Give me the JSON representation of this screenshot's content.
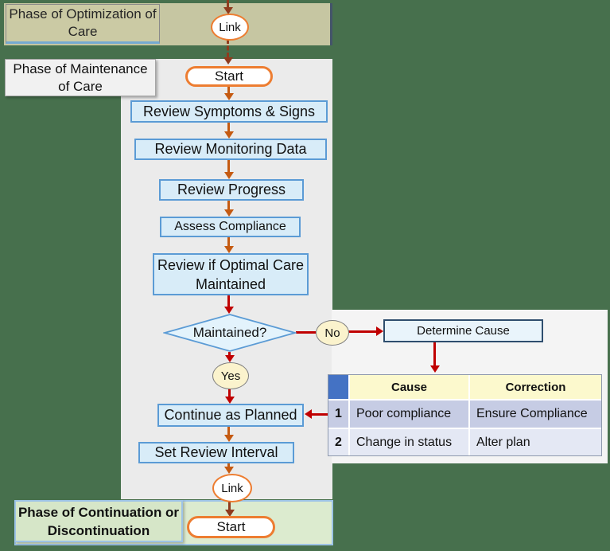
{
  "bands": {
    "optimization_label": "Phase of Optimization of Care",
    "maintenance_label": "Phase of Maintenance of Care",
    "continuation_label": "Phase of  Continuation or Discontinuation"
  },
  "flow": {
    "link_top": "Link",
    "start_top": "Start",
    "review_symptoms": "Review Symptoms & Signs",
    "review_monitoring": "Review Monitoring Data",
    "review_progress": "Review Progress",
    "assess_compliance": "Assess Compliance",
    "review_optimal": "Review if Optimal Care Maintained",
    "decision": "Maintained?",
    "no_label": "No",
    "yes_label": "Yes",
    "determine_cause": "Determine Cause",
    "continue_planned": "Continue as Planned",
    "set_review": "Set Review Interval",
    "link_bottom": "Link",
    "start_bottom": "Start"
  },
  "table": {
    "headers": {
      "cause": "Cause",
      "correction": "Correction"
    },
    "rows": [
      {
        "num": "1",
        "cause": "Poor compliance",
        "correction": "Ensure Compliance"
      },
      {
        "num": "2",
        "cause": "Change in status",
        "correction": "Alter plan"
      }
    ]
  },
  "colors": {
    "background_green": "#47704d",
    "top_band_tan": "#c6c6a2",
    "bottom_band_green": "#dcebcf",
    "process_fill": "#d8ecf8",
    "process_border": "#5b9bd5",
    "terminator_border": "#ed7d31",
    "decision_oval_fill": "#fbf3cd",
    "flow_arrow": "#c55a11",
    "decision_arrow": "#c00000",
    "link_arrow": "#8f3b1e",
    "table_corner_blue": "#4472c4",
    "table_header_yellow": "#fcf9cd",
    "table_row1": "#c6cce4",
    "table_row2": "#e4e8f4"
  }
}
